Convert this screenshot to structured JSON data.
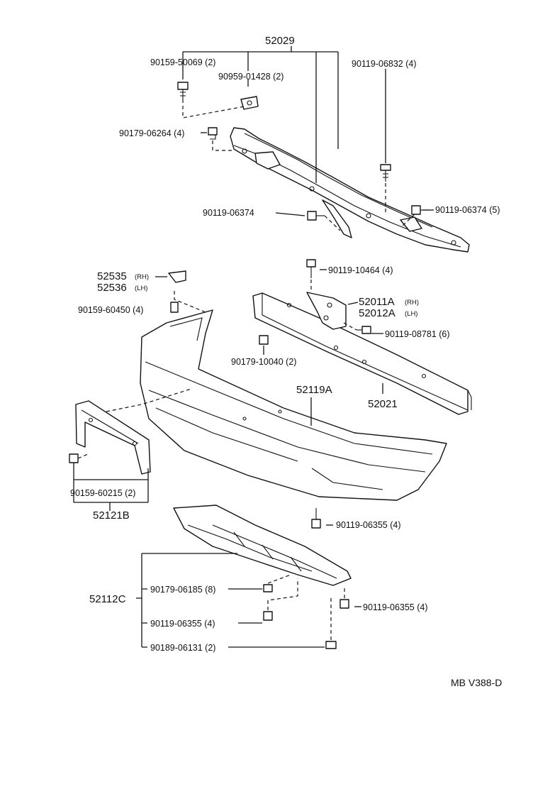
{
  "labels": {
    "asm_52029": "52029",
    "bolt_90159_50069": "90159-50069 (2)",
    "screw_90959_01428": "90959-01428 (2)",
    "bolt_90119_06832": "90119-06832 (4)",
    "nut_90179_06264": "90179-06264 (4)",
    "bolt_90119_06374_left": "90119-06374",
    "bolt_90119_06374_right": "90119-06374 (5)",
    "bolt_90119_10464": "90119-10464 (4)",
    "bracket_52535": "52535",
    "bracket_52535_side": "(RH)",
    "bracket_52536": "52536",
    "bracket_52536_side": "(LH)",
    "bolt_90159_60450": "90159-60450 (4)",
    "support_52011A": "52011A",
    "support_52011A_side": "(RH)",
    "support_52012A": "52012A",
    "support_52012A_side": "(LH)",
    "bolt_90119_08781": "90119-08781 (6)",
    "nut_90179_10040": "90179-10040 (2)",
    "reinf_52021": "52021",
    "cover_52119A": "52119A",
    "bolt_90159_60215": "90159-60215 (2)",
    "plate_52121B": "52121B",
    "bolt_90119_06355_a": "90119-06355 (4)",
    "under_52112C": "52112C",
    "nut_90179_06185": "90179-06185 (8)",
    "bolt_90119_06355_b": "90119-06355 (4)",
    "bolt_90119_06355_c": "90119-06355 (4)",
    "clip_90189_06131": "90189-06131 (2)",
    "figure_code": "MB  V388-D"
  }
}
